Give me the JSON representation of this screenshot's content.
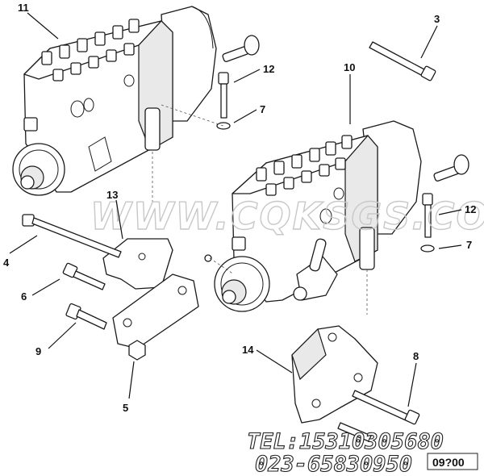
{
  "callouts": [
    {
      "id": "11",
      "label": "11"
    },
    {
      "id": "3",
      "label": "3"
    },
    {
      "id": "12a",
      "label": "12"
    },
    {
      "id": "7a",
      "label": "7"
    },
    {
      "id": "10",
      "label": "10"
    },
    {
      "id": "12b",
      "label": "12"
    },
    {
      "id": "7b",
      "label": "7"
    },
    {
      "id": "13",
      "label": "13"
    },
    {
      "id": "4",
      "label": "4"
    },
    {
      "id": "6",
      "label": "6"
    },
    {
      "id": "9",
      "label": "9"
    },
    {
      "id": "5",
      "label": "5"
    },
    {
      "id": "14",
      "label": "14"
    },
    {
      "id": "8",
      "label": "8"
    }
  ],
  "watermark": "WWW.CQKSGS.COM",
  "contact": {
    "tel": "TEL:15310305680",
    "phone": "023-65830950"
  },
  "drawing_code": "09?00"
}
